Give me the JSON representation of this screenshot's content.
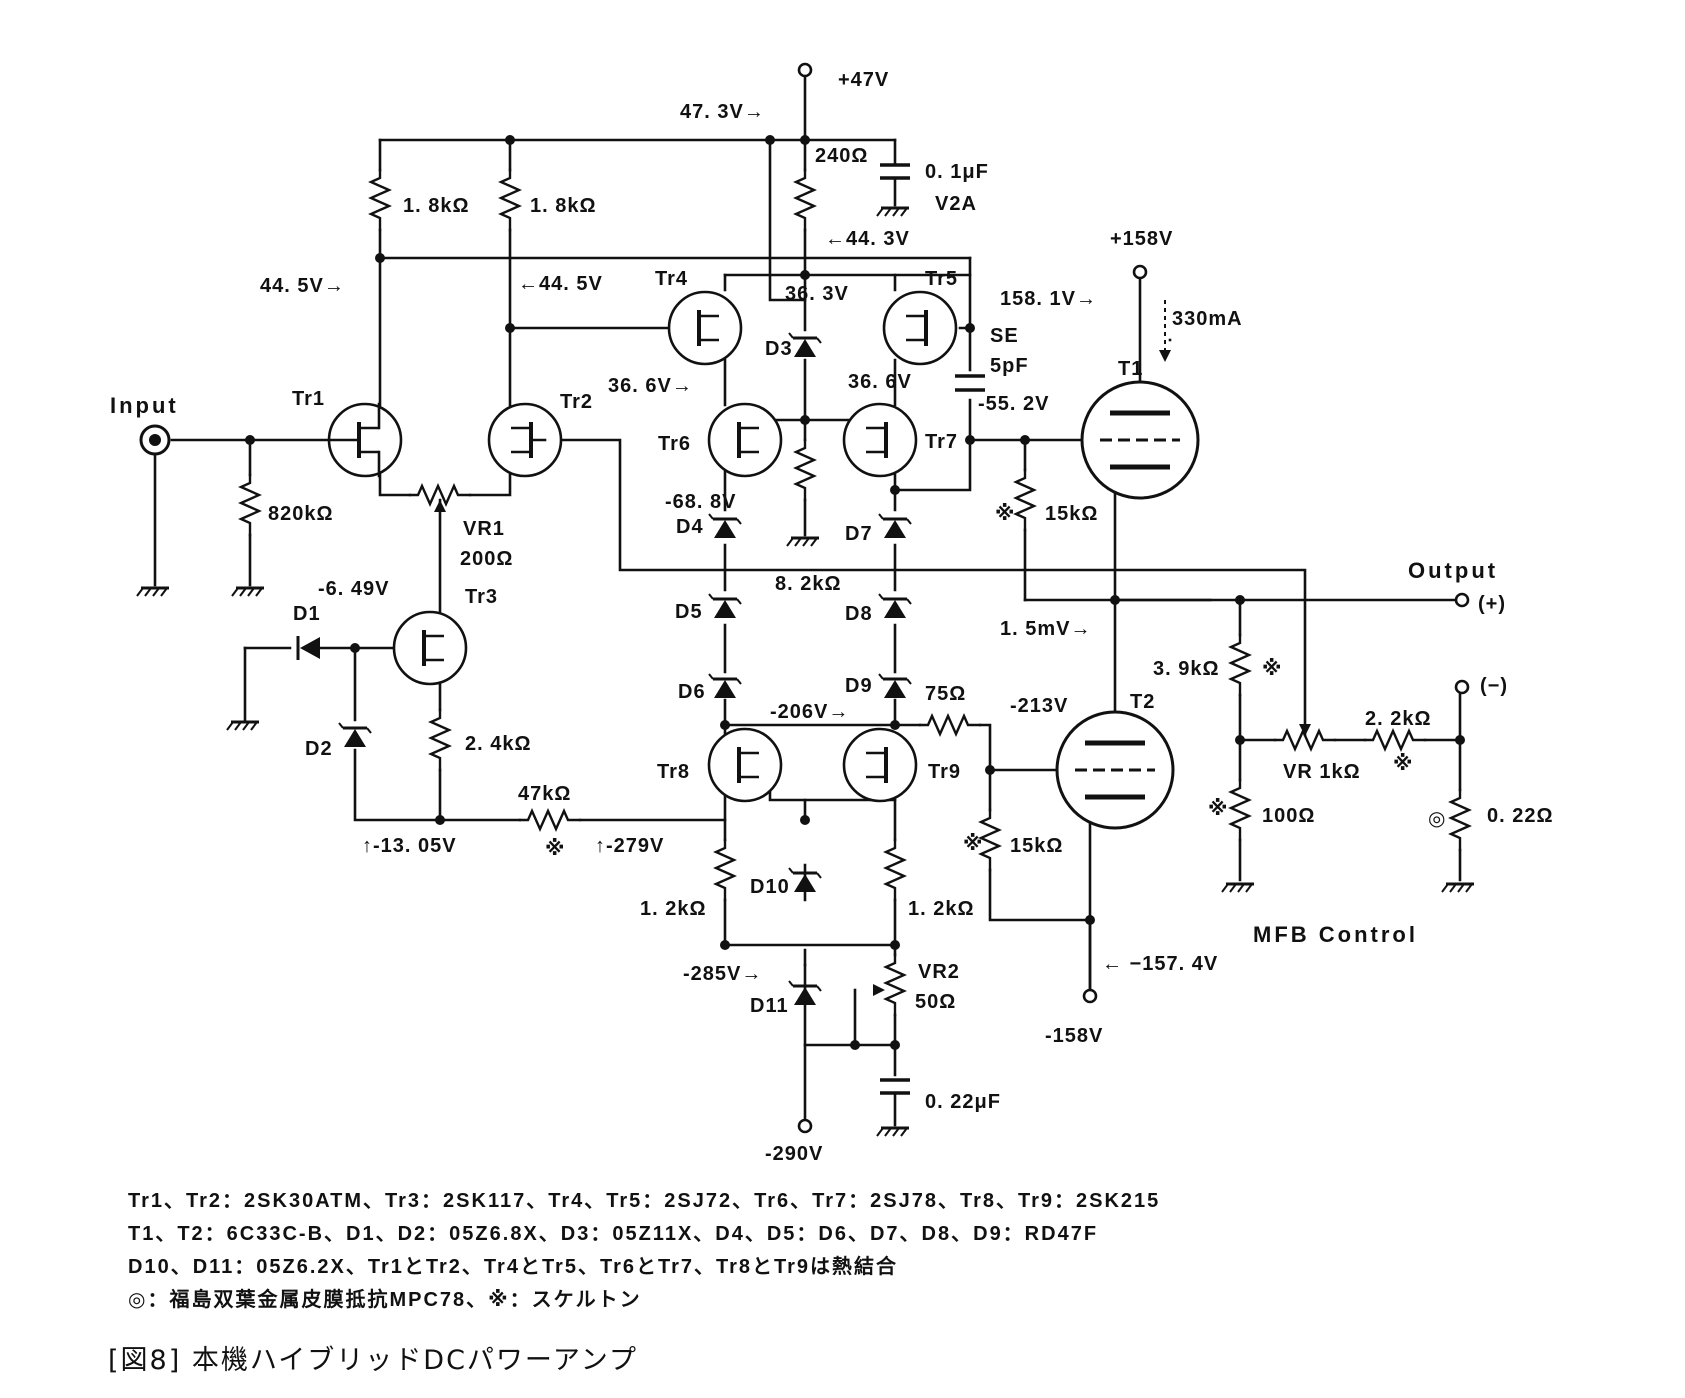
{
  "caption": "[図8]  本機ハイブリッドDCパワーアンプ",
  "notes": [
    "Tr1、Tr2：2SK30ATM、Tr3：2SK117、Tr4、Tr5：2SJ72、Tr6、Tr7：2SJ78、Tr8、Tr9：2SK215",
    "T1、T2：6C33C-B、D1、D2：05Z6.8X、D3：05Z11X、D4、D5：D6、D7、D8、D9：RD47F",
    "D10、D11：05Z6.2X、Tr1とTr2、Tr4とTr5、Tr6とTr7、Tr8とTr9は熱結合",
    "◎：福島双葉金属皮膜抵抗MPC78、※：スケルトン"
  ],
  "labels": {
    "supply_p47": "+47V",
    "v_47_3": "47. 3V→",
    "r_240": "240Ω",
    "c_01": "0. 1μF",
    "c_01_v": "V2A",
    "r18_a": "1. 8kΩ",
    "r18_b": "1. 8kΩ",
    "v_44_3": "←44. 3V",
    "v_44_5_l": "44. 5V→",
    "v_44_5_r": "←44. 5V",
    "tr4": "Tr4",
    "tr5": "Tr5",
    "v_36_3": "36. 3V",
    "d3": "D3",
    "se": "SE",
    "c_5p": "5pF",
    "supply_p158": "+158V",
    "v_158_1": "158. 1V→",
    "i_330": "330mA",
    "t1": "T1",
    "input": "Input",
    "tr1": "Tr1",
    "tr2": "Tr2",
    "v_36_6_l": "36. 6V→",
    "v_36_6_r": "36. 6V",
    "v_55_2": "-55. 2V",
    "tr6": "Tr6",
    "tr7": "Tr7",
    "r_820k": "820kΩ",
    "vr1": "VR1",
    "vr1_val": "200Ω",
    "v_68_8": "-68. 8V",
    "d4": "D4",
    "d7": "D7",
    "r15k_a": "15kΩ",
    "output": "Output",
    "out_plus": "(+)",
    "out_minus": "(−)",
    "v_6_49": "-6. 49V",
    "tr3": "Tr3",
    "d1": "D1",
    "r_82k": "8. 2kΩ",
    "d5": "D5",
    "d8": "D8",
    "v_1_5m": "1. 5mV→",
    "r_39k": "3. 9kΩ",
    "d6": "D6",
    "d9": "D9",
    "r_75": "75Ω",
    "v_206": "-206V→",
    "v_213": "-213V",
    "t2": "T2",
    "d2": "D2",
    "r_24k": "2. 4kΩ",
    "r_22k": "2. 2kΩ",
    "vr_1k": "VR 1kΩ",
    "tr8": "Tr8",
    "tr9": "Tr9",
    "r_47k": "47kΩ",
    "v_13_05": "↑-13. 05V",
    "v_279": "↑-279V",
    "r15k_b": "15kΩ",
    "r_100": "100Ω",
    "r_022": "0. 22Ω",
    "d10": "D10",
    "r12k_a": "1. 2kΩ",
    "r12k_b": "1. 2kΩ",
    "mfb": "MFB Control",
    "v_285": "-285V→",
    "d11": "D11",
    "vr2": "VR2",
    "vr2_val": "50Ω",
    "v_157_4": "← −157. 4V",
    "supply_m158": "-158V",
    "c_022": "0. 22μF",
    "supply_m290": "-290V",
    "skeleton": "※",
    "fukushima": "◎"
  }
}
